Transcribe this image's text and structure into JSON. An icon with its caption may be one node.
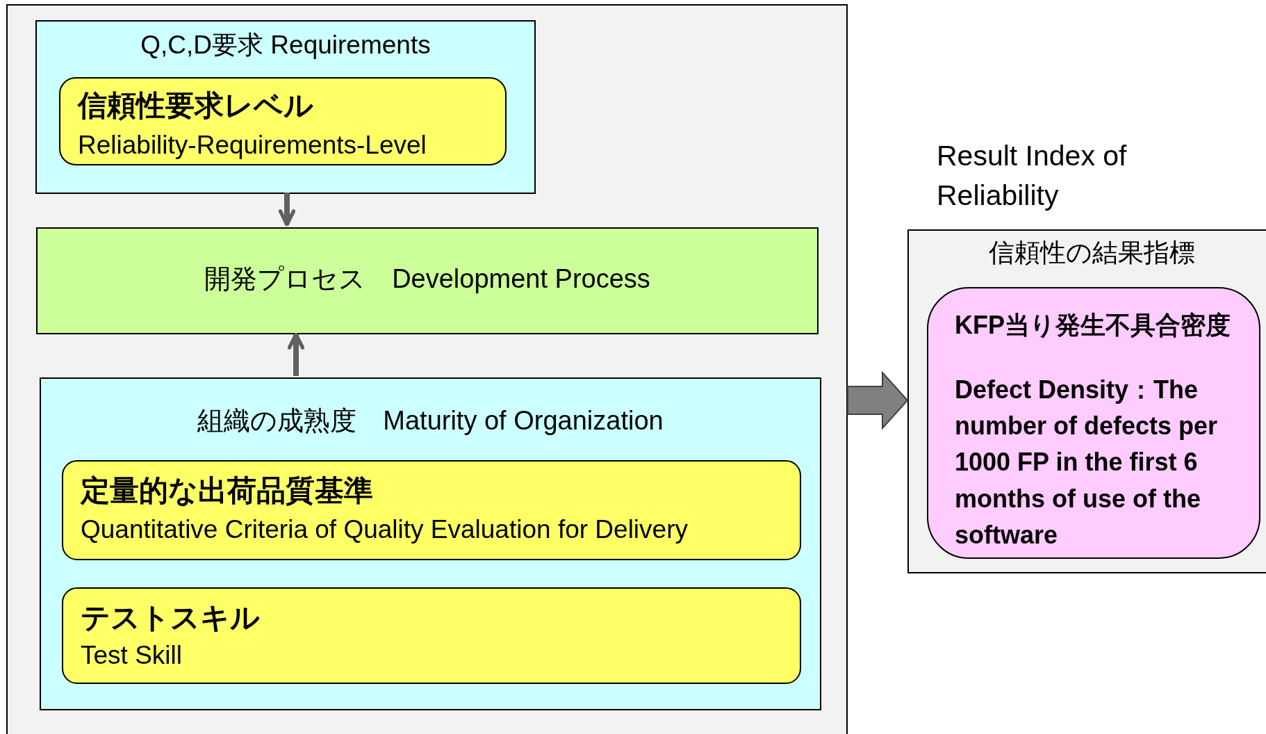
{
  "diagram": {
    "nodes": [
      {
        "text": [],
        "shape": "box"
      },
      {
        "text": [
          "Q,C,D要求 Requirements"
        ],
        "in": 0
      },
      {
        "text": [
          "信頼性要求レベル",
          "Reliability-Requirements-Level"
        ],
        "in": 1
      },
      {
        "text": [
          "開発プロセス　Development Process"
        ],
        "in": 0
      },
      {
        "text": [
          "組織の成熟度　Maturity of Organization"
        ],
        "in": 0
      },
      {
        "text": [
          "定量的な出荷品質基準",
          "Quantitative Criteria of Quality Evaluation for Delivery"
        ],
        "in": 4
      },
      {
        "text": [
          "テストスキル",
          "Test Skill"
        ],
        "in": 4
      },
      {
        "text": [
          "Result Index of Reliability",
          "信頼性の結果指標"
        ]
      },
      {
        "text": [
          "KFP当り発生不具合密度",
          "Defect Density：The number of defects per 1000 FP in the first 6 months of use of the software"
        ],
        "in": 7
      }
    ],
    "edges": [
      {
        "from": 1,
        "to": 3,
        "arrow": "to"
      },
      {
        "from": 4,
        "to": 3,
        "arrow": "to"
      },
      {
        "from": 0,
        "to": 7,
        "arrow": "to",
        "style": "thick"
      }
    ]
  }
}
